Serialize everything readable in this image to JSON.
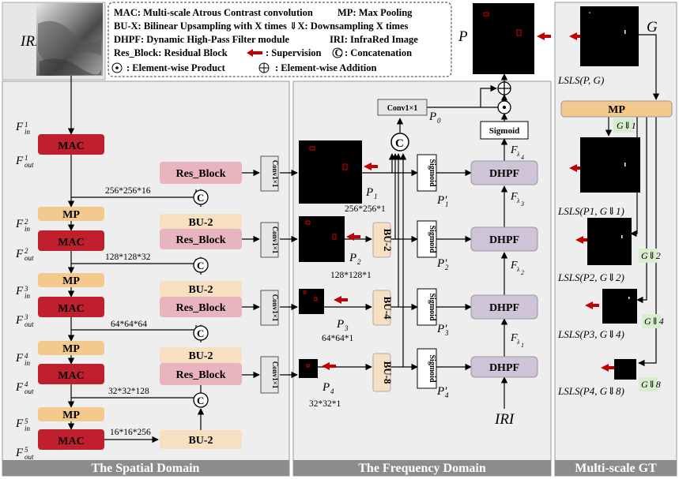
{
  "panels": {
    "spatial": "The Spatial Domain",
    "frequency": "The Frequency Domain",
    "gt": "Multi-scale GT"
  },
  "labels": {
    "iri": "IRI"
  },
  "legend": {
    "mac": "MAC: Multi-scale Atrous Contrast convolution",
    "mp": "MP: Max Pooling",
    "bu": "BU-X: Bilinear Upsampling with X times ⇓X: Downsampling X times",
    "dhpf": "DHPF: Dynamic High-Pass Filter module",
    "iri": "IRI: InfraRed Image",
    "res": "Res_Block: Residual Block",
    "supervision": ": Supervision",
    "concat": ": Concatenation",
    "product": ": Element-wise Product",
    "addition": ": Element-wise Addition"
  },
  "blocks": {
    "mac": "MAC",
    "mp": "MP",
    "res": "Res_Block",
    "bu2": "BU-2",
    "bu4": "BU-4",
    "bu8": "BU-8",
    "conv": "Conv1×1",
    "sigmoid": "Sigmoid",
    "dhpf": "DHPF"
  },
  "flabels": [
    {
      "in": "F",
      "out": "F"
    },
    {
      "in": "F",
      "out": "F"
    },
    {
      "in": "F",
      "out": "F"
    },
    {
      "in": "F",
      "out": "F"
    },
    {
      "in": "F",
      "out": "F"
    }
  ],
  "dims": {
    "d256": "256*256*16",
    "d128": "128*128*32",
    "d64": "64*64*64",
    "d32": "32*32*128",
    "d16": "16*16*256",
    "p1": "256*256*1",
    "p2": "128*128*1",
    "p3": "64*64*1",
    "p4": "32*32*1"
  },
  "plabels": {
    "p": "P",
    "p0": "P",
    "p1": "P",
    "p2": "P",
    "p3": "P",
    "p4": "P",
    "p1p": "P'",
    "p2p": "P'",
    "p3p": "P'",
    "p4p": "P'"
  },
  "lambdas": {
    "l1": "F",
    "l2": "F",
    "l3": "F",
    "l4": "F"
  },
  "gt": {
    "g": "G",
    "g1": "G⇓1",
    "g2": "G⇓2",
    "g4": "G⇓4",
    "g8": "G⇓8",
    "loss0": "LSLS(P, G)",
    "loss1": "LSLS(P1, G⇓1)",
    "loss2": "LSLS(P2, G⇓2)",
    "loss3": "LSLS(P3, G⇓4)",
    "loss4": "LSLS(P4, G⇓8)"
  }
}
